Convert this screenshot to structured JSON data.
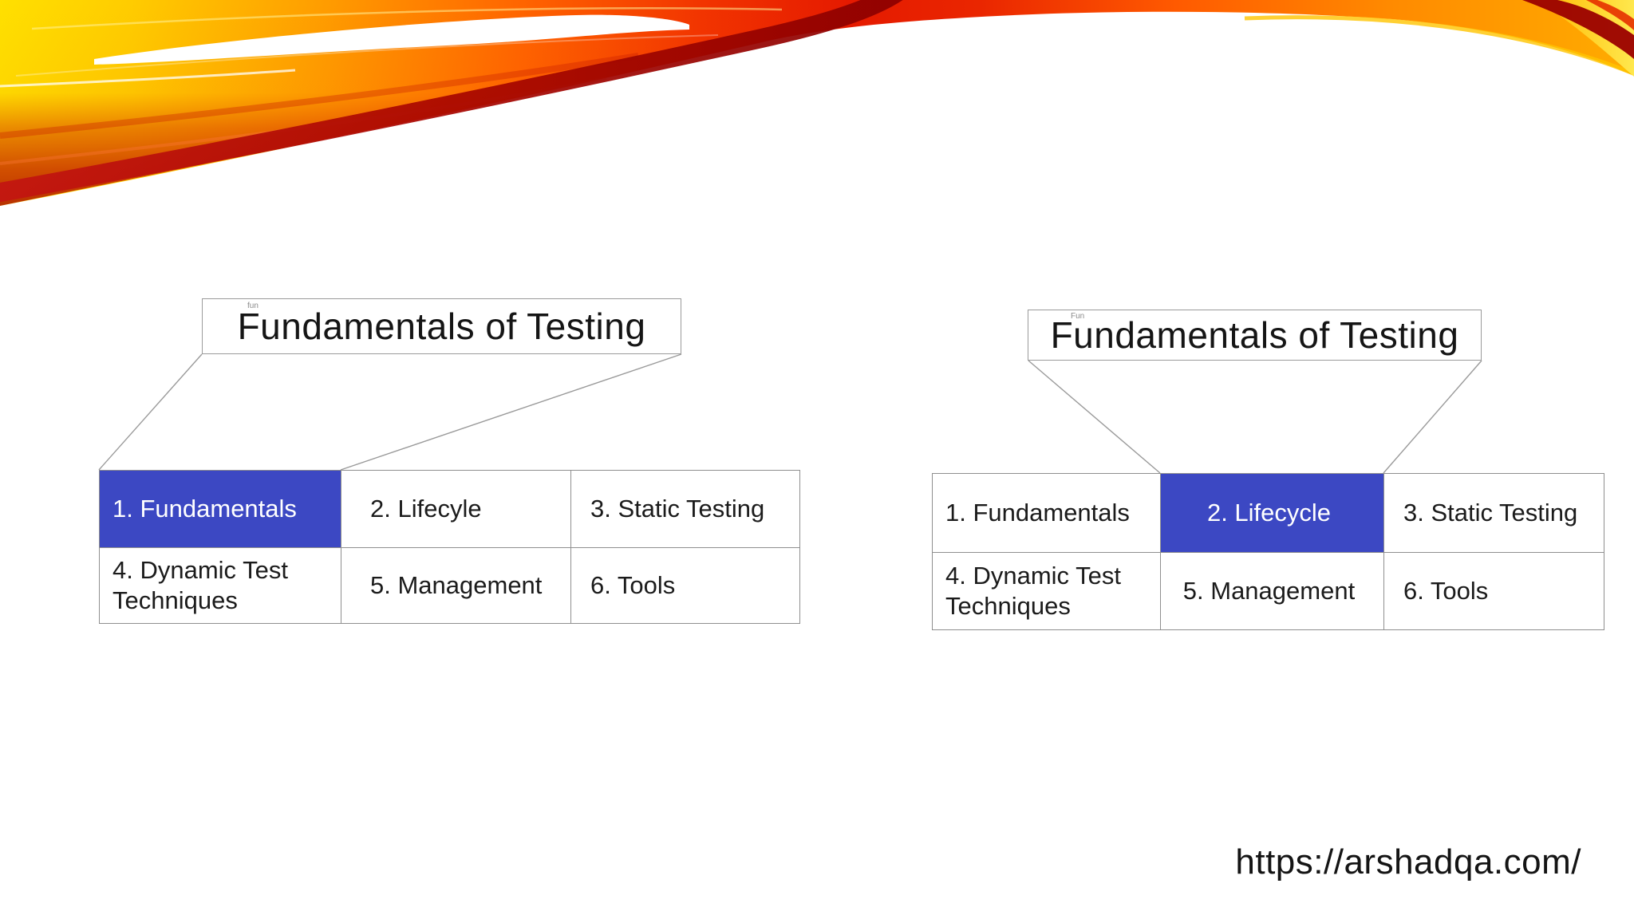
{
  "slide": {
    "background_color": "#ffffff",
    "footer_url": "https://arshadqa.com/"
  },
  "wave": {
    "colors": {
      "yellow": "#FFE000",
      "orange": "#FF9C00",
      "red": "#E81A00",
      "dark_red": "#9B0000"
    }
  },
  "diagrams": [
    {
      "title": "Fundamentals of Testing",
      "ghost_label": "fun",
      "highlight": {
        "row": 0,
        "col": 0
      },
      "highlight_color": "#3C48C3",
      "table_rows": [
        [
          "1. Fundamentals",
          "2. Lifecyle",
          "3. Static Testing"
        ],
        [
          "4. Dynamic Test Techniques",
          "5. Management",
          "6. Tools"
        ]
      ]
    },
    {
      "title": "Fundamentals of Testing",
      "ghost_label": "Fun",
      "highlight": {
        "row": 0,
        "col": 1
      },
      "highlight_color": "#3C48C3",
      "table_rows": [
        [
          "1. Fundamentals",
          "2. Lifecycle",
          "3. Static Testing"
        ],
        [
          "4. Dynamic Test Techniques",
          "5. Management",
          "6. Tools"
        ]
      ]
    }
  ]
}
